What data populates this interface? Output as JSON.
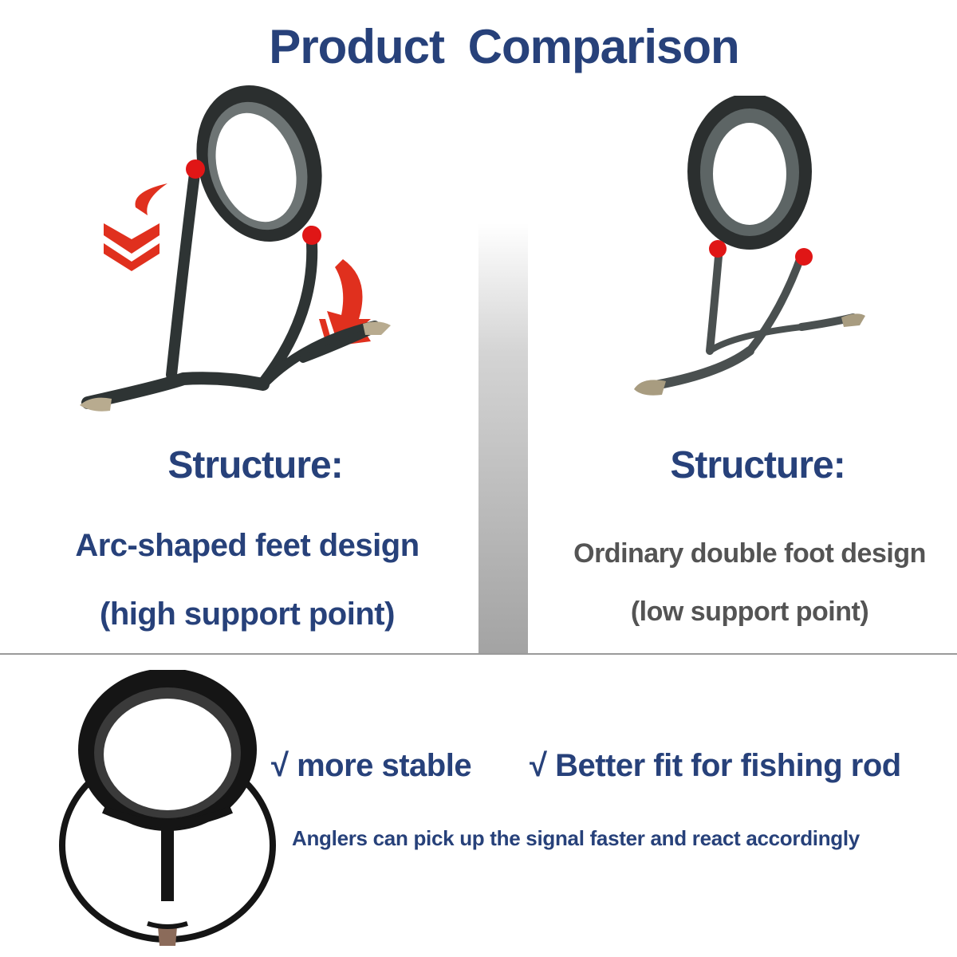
{
  "title": "Product  Comparison",
  "left": {
    "heading": "Structure:",
    "line1": "Arc-shaped feet design",
    "line2": "(high support point)"
  },
  "right": {
    "heading": "Structure:",
    "line1": "Ordinary double foot design",
    "line2": "(low support point)"
  },
  "benefits": {
    "item1": "√ more stable",
    "item2": "√ Better fit for fishing rod",
    "tagline": "Anglers can pick up the signal faster and react accordingly"
  },
  "colors": {
    "heading_blue": "#27417a",
    "grey_text": "#545454",
    "support_dot": "#e01616",
    "arrow_red": "#e0301e"
  }
}
